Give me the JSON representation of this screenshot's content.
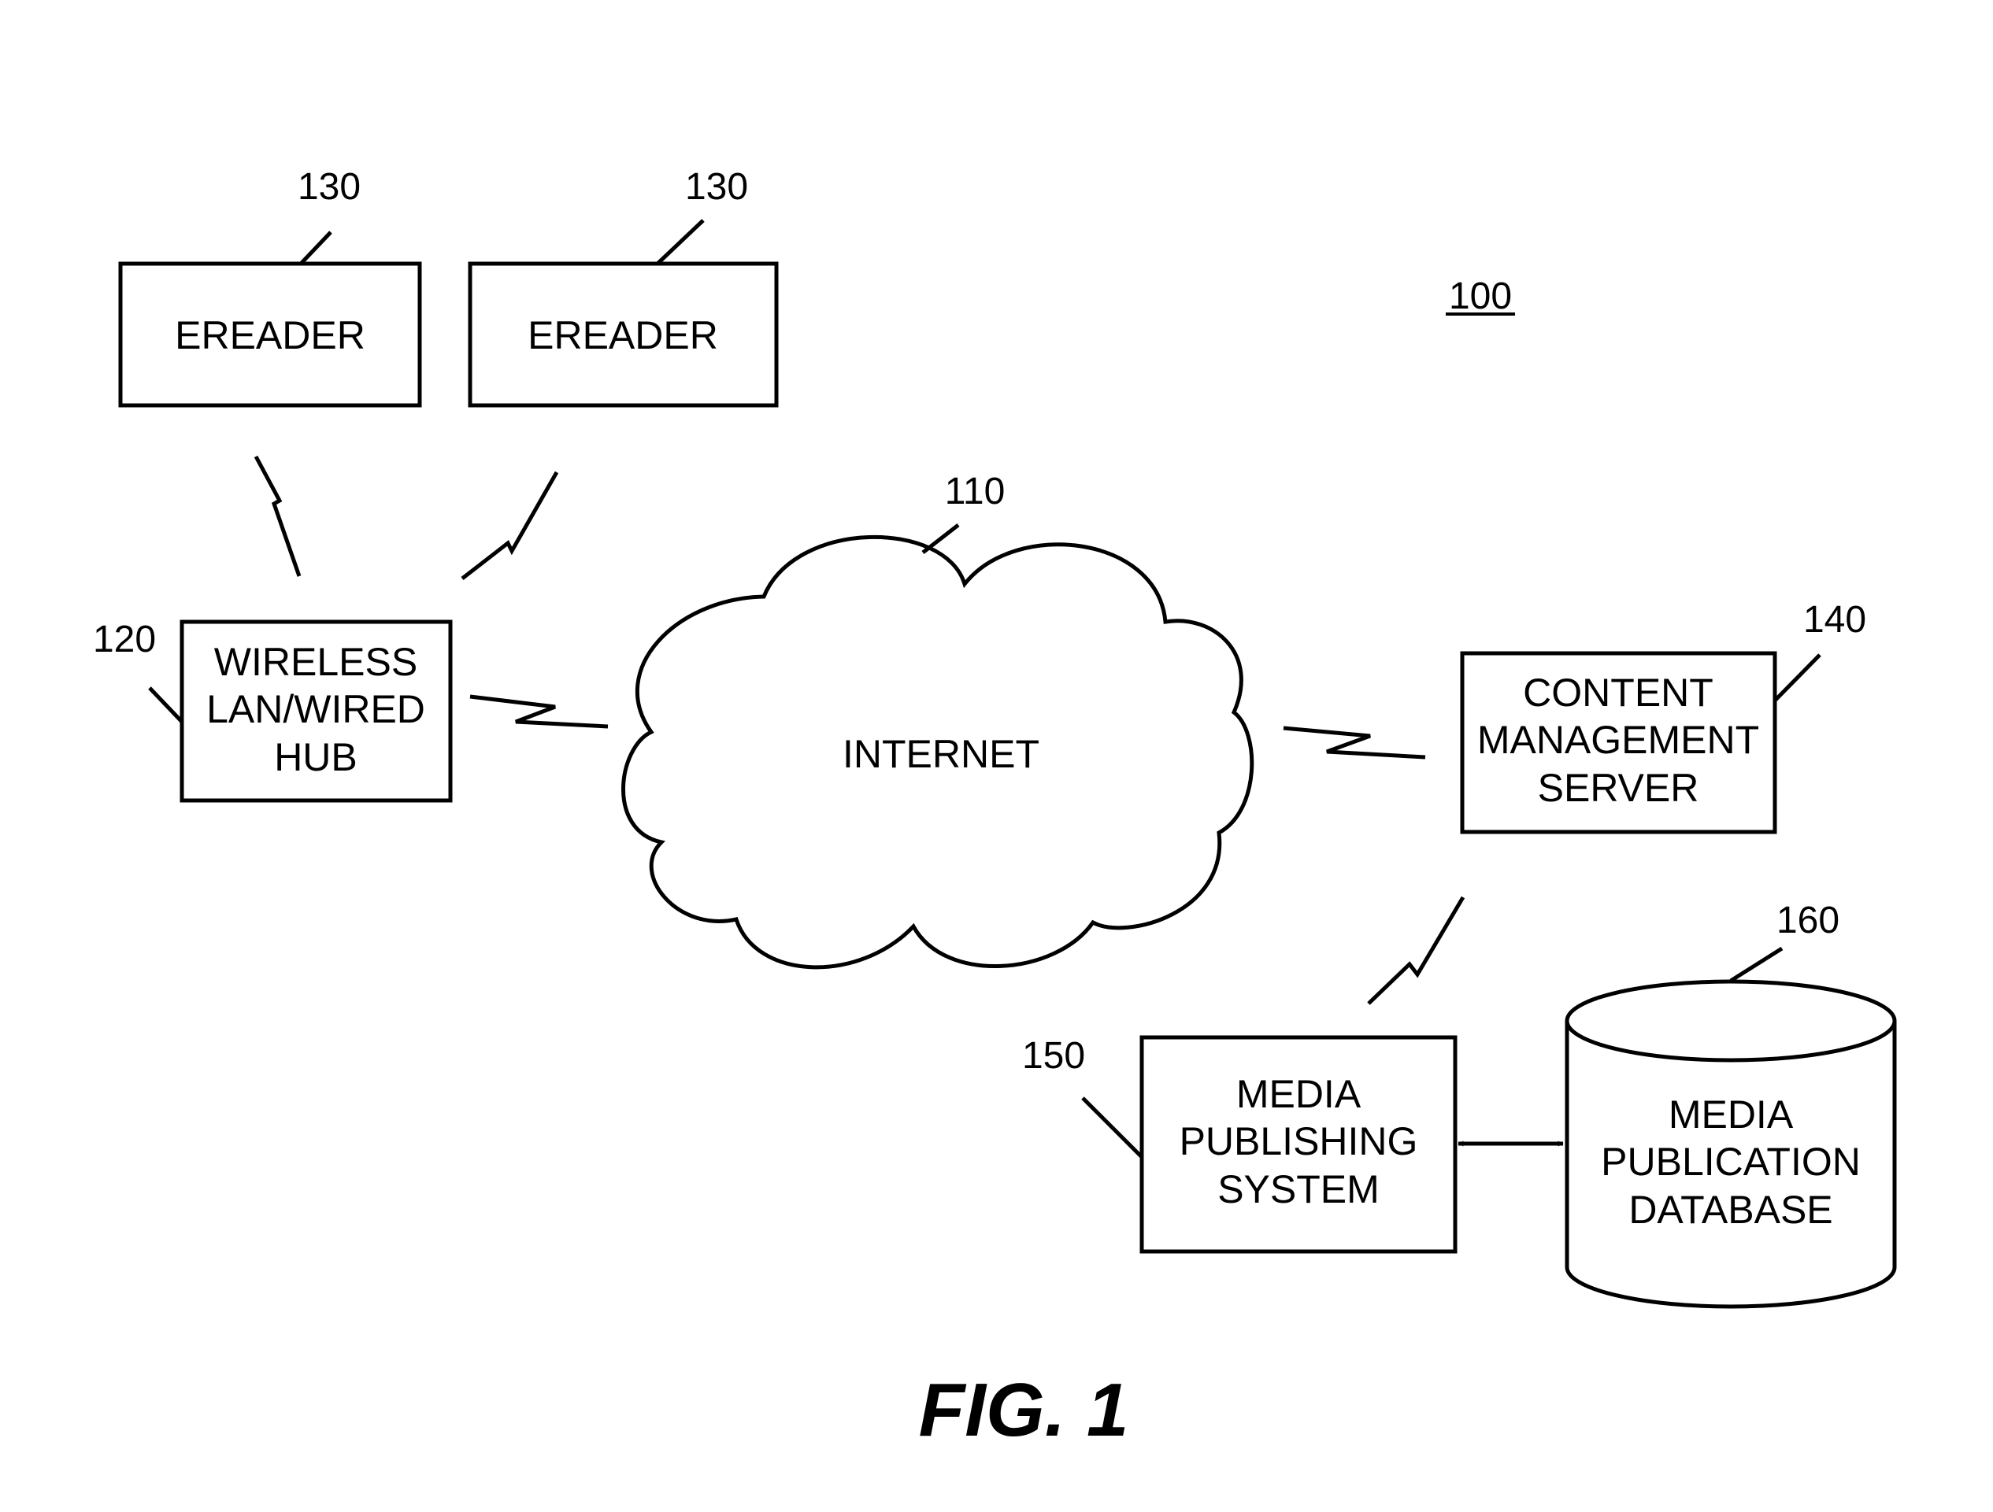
{
  "diagram_ref": "100",
  "caption": "FIG. 1",
  "nodes": {
    "ereader_left": {
      "label": "EREADER",
      "ref": "130"
    },
    "ereader_right": {
      "label": "EREADER",
      "ref": "130"
    },
    "internet": {
      "label": "INTERNET",
      "ref": "110"
    },
    "hub": {
      "lines": [
        "WIRELESS",
        "LAN/WIRED",
        "HUB"
      ],
      "ref": "120"
    },
    "cms": {
      "lines": [
        "CONTENT",
        "MANAGEMENT",
        "SERVER"
      ],
      "ref": "140"
    },
    "publishing": {
      "lines": [
        "MEDIA",
        "PUBLISHING",
        "SYSTEM"
      ],
      "ref": "150"
    },
    "database": {
      "lines": [
        "MEDIA",
        "PUBLICATION",
        "DATABASE"
      ],
      "ref": "160"
    }
  },
  "links": [
    {
      "from": "ereader_left",
      "to": "hub",
      "kind": "wireless"
    },
    {
      "from": "ereader_right",
      "to": "hub",
      "kind": "wireless"
    },
    {
      "from": "hub",
      "to": "internet",
      "kind": "wireless"
    },
    {
      "from": "internet",
      "to": "cms",
      "kind": "wireless"
    },
    {
      "from": "cms",
      "to": "publishing",
      "kind": "wireless"
    },
    {
      "from": "publishing",
      "to": "database",
      "kind": "bidirectional-arrow"
    }
  ]
}
